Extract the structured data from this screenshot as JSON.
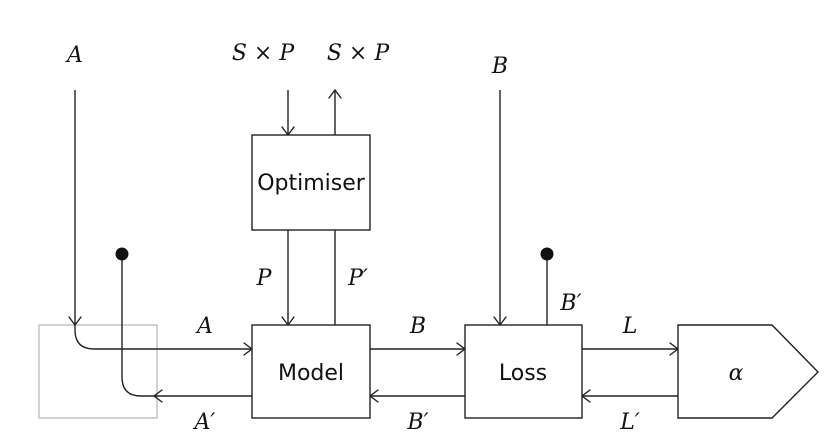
{
  "diagram": {
    "boxes": {
      "optimiser": "Optimiser",
      "model": "Model",
      "loss": "Loss",
      "alpha": "α"
    },
    "labels": {
      "top_a": "A",
      "top_sxp_in": "S × P",
      "top_sxp_out": "S × P",
      "top_b": "B",
      "p": "P",
      "p_prime": "P′",
      "a_forward": "A",
      "a_back": "A′",
      "b_forward": "B",
      "b_back": "B′",
      "b_prime_up": "B′",
      "l_forward": "L",
      "l_back": "L′"
    }
  }
}
